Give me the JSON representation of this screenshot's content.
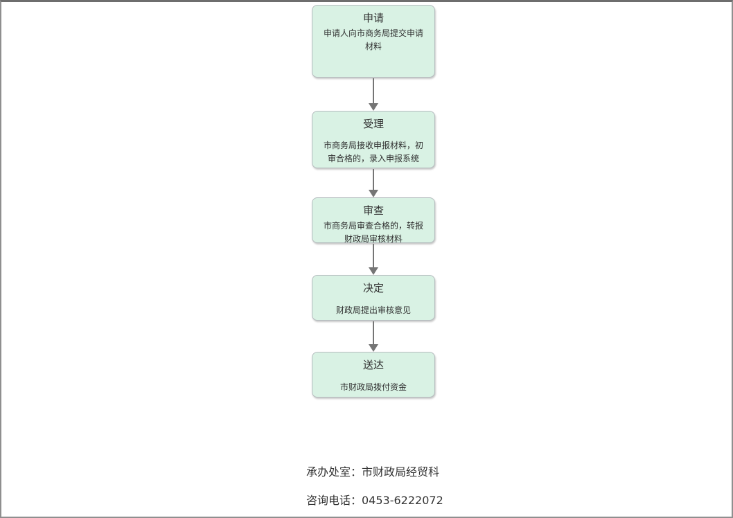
{
  "flowchart": {
    "steps": [
      {
        "title": "申请",
        "desc": "申请人向市商务局提交申请材料"
      },
      {
        "title": "受理",
        "desc": "市商务局接收申报材料，初审合格的，录入申报系统"
      },
      {
        "title": "审查",
        "desc": "市商务局审查合格的，转报财政局审核材料"
      },
      {
        "title": "决定",
        "desc": "财政局提出审核意见"
      },
      {
        "title": "送达",
        "desc": "市财政局拨付资金"
      }
    ]
  },
  "footer": {
    "department": "承办处室：市财政局经贸科",
    "phone": "咨询电话：0453-6222072"
  },
  "colors": {
    "box_fill": "#d9f2e4",
    "box_border": "#b5bcbf",
    "arrow": "#757575",
    "frame_border": "#8f8f8f",
    "text": "#2f2f2f"
  }
}
